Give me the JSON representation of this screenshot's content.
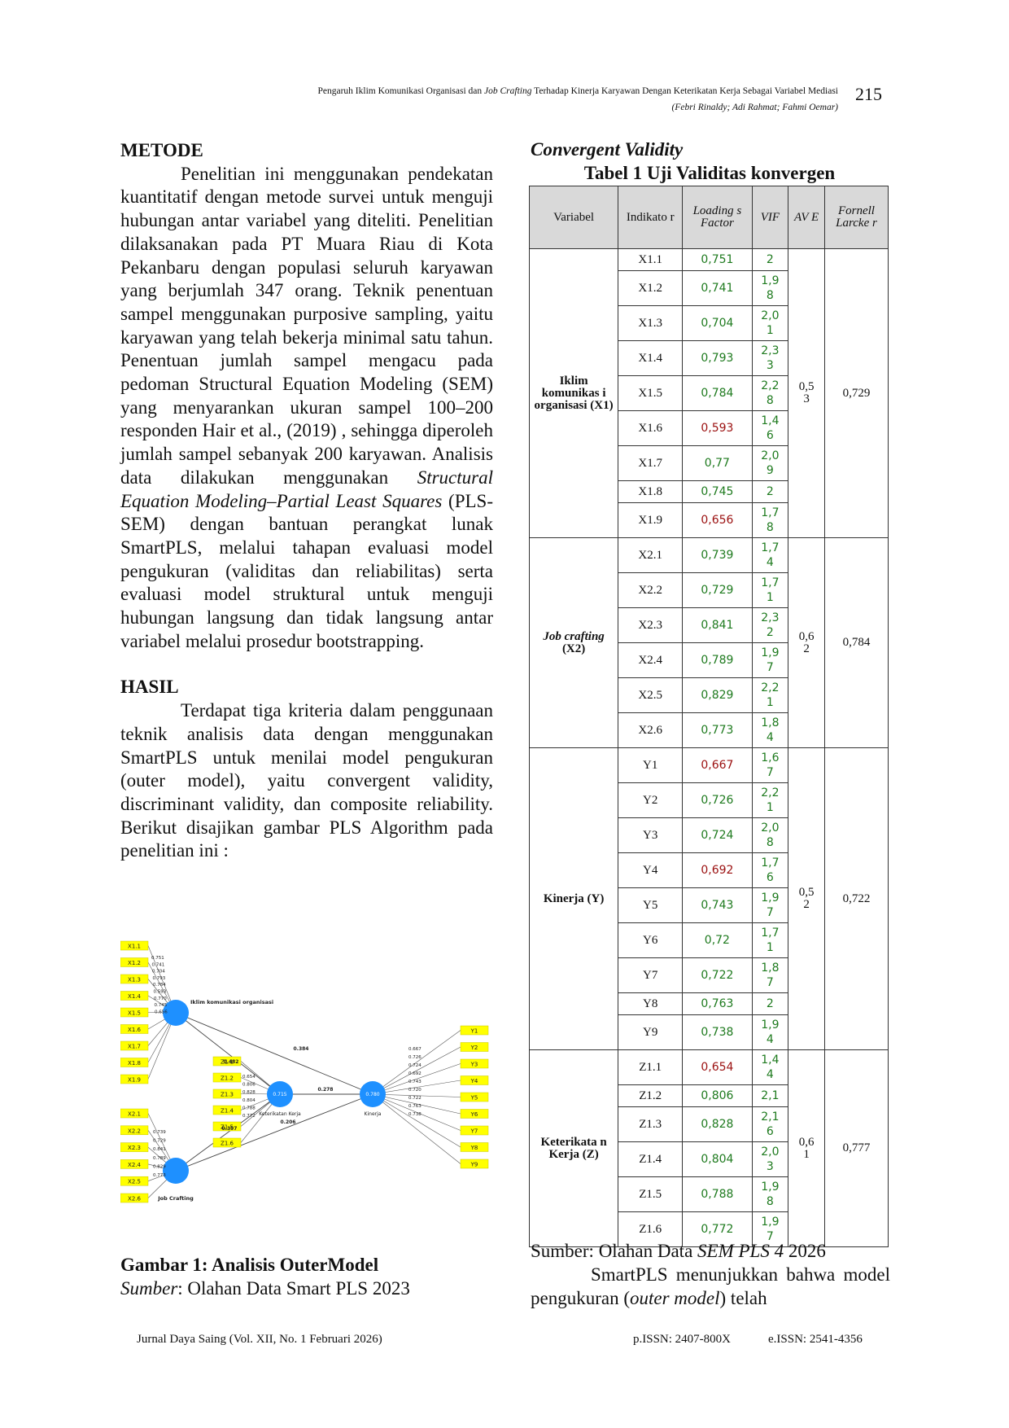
{
  "header": {
    "title_part1": "Pengaruh Iklim Komunikasi Organisasi dan ",
    "title_italic": "Job Crafting",
    "title_part2": " Terhadap Kinerja Karyawan Dengan Keterikatan Kerja Sebagai Variabel Mediasi",
    "authors": "(Febri Rinaldy; Adi Rahmat; Fahmi Oemar)",
    "page_number": "215"
  },
  "metode": {
    "heading": "METODE",
    "paragraph_a": "Penelitian ini menggunakan pendekatan kuantitatif dengan metode survei untuk menguji hubungan antar variabel yang diteliti. Penelitian dilaksanakan pada PT Muara Riau di Kota Pekanbaru dengan populasi seluruh karyawan yang berjumlah 347 orang. Teknik penentuan sampel menggunakan purposive sampling, yaitu karyawan yang telah bekerja minimal satu tahun. Penentuan jumlah sampel mengacu pada pedoman Structural Equation Modeling (SEM) yang menyarankan ukuran sampel 100–200 responden Hair et al., (2019) , sehingga diperoleh jumlah sampel sebanyak 200 karyawan. Analisis data dilakukan menggunakan ",
    "paragraph_italic": "Structural Equation Modeling–Partial Least Squares",
    "paragraph_b": " (PLS-SEM) dengan bantuan perangkat lunak SmartPLS, melalui tahapan evaluasi model pengukuran (validitas dan reliabilitas) serta evaluasi model struktural untuk menguji hubungan langsung dan tidak langsung antar variabel melalui prosedur bootstrapping."
  },
  "hasil": {
    "heading": "HASIL",
    "paragraph": "Terdapat tiga kriteria dalam penggunaan teknik analisis data dengan menggunakan SmartPLS untuk menilai model pengukuran (outer model), yaitu convergent validity, discriminant validity, dan composite reliability. Berikut disajikan gambar PLS Algorithm pada penelitian ini :"
  },
  "figure": {
    "caption": "Gambar 1: Analisis OuterModel",
    "source_italic": "Sumber",
    "source_rest": ": Olahan Data Smart PLS 2023",
    "x1_label": "Iklim komunikasi organisasi",
    "x2_label": "Job Crafting",
    "z_label": "Keterikatan Kerja",
    "y_label": "Kinerja",
    "z_value": "0.715",
    "y_value": "0.780",
    "x1_indicators": [
      "X1.1",
      "X1.2",
      "X1.3",
      "X1.4",
      "X1.5",
      "X1.6",
      "X1.7",
      "X1.8",
      "X1.9"
    ],
    "x1_loadings": [
      "0.751",
      "0.741",
      "0.704",
      "0.793",
      "0.784",
      "0.593",
      "0.770",
      "0.745",
      "0.656"
    ],
    "x2_indicators": [
      "X2.1",
      "X2.2",
      "X2.3",
      "X2.4",
      "X2.5",
      "X2.6"
    ],
    "x2_loadings": [
      "0.739",
      "0.729",
      "0.841",
      "0.789",
      "0.829",
      "0.773"
    ],
    "z_indicators": [
      "Z1.1",
      "Z1.2",
      "Z1.3",
      "Z1.4",
      "Z1.5",
      "Z1.6"
    ],
    "z_loadings": [
      "0.654",
      "0.806",
      "0.828",
      "0.804",
      "0.788",
      "0.772"
    ],
    "y_indicators": [
      "Y1",
      "Y2",
      "Y3",
      "Y4",
      "Y5",
      "Y6",
      "Y7",
      "Y8",
      "Y9"
    ],
    "y_loadings": [
      "0.667",
      "0.726",
      "0.724",
      "0.692",
      "0.743",
      "0.720",
      "0.722",
      "0.763",
      "0.738"
    ],
    "path_x1_z": "0.482",
    "path_x2_z": "0.397",
    "path_x1_y": "0.384",
    "path_z_y": "0.278",
    "path_x2_y": "0.206"
  },
  "right": {
    "cv_heading": "Convergent Validity",
    "table_title": "Tabel 1 Uji Validitas konvergen",
    "table": {
      "headers": [
        "Variabel",
        "Indikato r",
        "Loading s Factor",
        "VIF",
        "AV E",
        "Fornell Larcke r"
      ],
      "groups": [
        {
          "name": "Iklim komunikas i organisasi (X1)",
          "name_italic": "",
          "name_rest": "",
          "ave": "0,5 3",
          "fl": "0,729",
          "rows": [
            {
              "ind": "X1.1",
              "load": "0,751",
              "flag": "ok",
              "vif": "2"
            },
            {
              "ind": "X1.2",
              "load": "0,741",
              "flag": "ok",
              "vif": "1,9 8"
            },
            {
              "ind": "X1.3",
              "load": "0,704",
              "flag": "ok",
              "vif": "2,0 1"
            },
            {
              "ind": "X1.4",
              "load": "0,793",
              "flag": "ok",
              "vif": "2,3 3"
            },
            {
              "ind": "X1.5",
              "load": "0,784",
              "flag": "ok",
              "vif": "2,2 8"
            },
            {
              "ind": "X1.6",
              "load": "0,593",
              "flag": "low",
              "vif": "1,4 6"
            },
            {
              "ind": "X1.7",
              "load": "0,77",
              "flag": "ok",
              "vif": "2,0 9"
            },
            {
              "ind": "X1.8",
              "load": "0,745",
              "flag": "ok",
              "vif": "2"
            },
            {
              "ind": "X1.9",
              "load": "0,656",
              "flag": "low",
              "vif": "1,7 8"
            }
          ]
        },
        {
          "name": "",
          "name_italic": "Job crafting",
          "name_rest": "(X2)",
          "ave": "0,6 2",
          "fl": "0,784",
          "rows": [
            {
              "ind": "X2.1",
              "load": "0,739",
              "flag": "ok",
              "vif": "1,7 4"
            },
            {
              "ind": "X2.2",
              "load": "0,729",
              "flag": "ok",
              "vif": "1,7 1"
            },
            {
              "ind": "X2.3",
              "load": "0,841",
              "flag": "ok",
              "vif": "2,3 2"
            },
            {
              "ind": "X2.4",
              "load": "0,789",
              "flag": "ok",
              "vif": "1,9 7"
            },
            {
              "ind": "X2.5",
              "load": "0,829",
              "flag": "ok",
              "vif": "2,2 1"
            },
            {
              "ind": "X2.6",
              "load": "0,773",
              "flag": "ok",
              "vif": "1,8 4"
            }
          ]
        },
        {
          "name": "Kinerja (Y)",
          "name_italic": "",
          "name_rest": "",
          "ave": "0,5 2",
          "fl": "0,722",
          "rows": [
            {
              "ind": "Y1",
              "load": "0,667",
              "flag": "low",
              "vif": "1,6 7"
            },
            {
              "ind": "Y2",
              "load": "0,726",
              "flag": "ok",
              "vif": "2,2 1"
            },
            {
              "ind": "Y3",
              "load": "0,724",
              "flag": "ok",
              "vif": "2,0 8"
            },
            {
              "ind": "Y4",
              "load": "0,692",
              "flag": "low",
              "vif": "1,7 6"
            },
            {
              "ind": "Y5",
              "load": "0,743",
              "flag": "ok",
              "vif": "1,9 7"
            },
            {
              "ind": "Y6",
              "load": "0,72",
              "flag": "ok",
              "vif": "1,7 1"
            },
            {
              "ind": "Y7",
              "load": "0,722",
              "flag": "ok",
              "vif": "1,8 7"
            },
            {
              "ind": "Y8",
              "load": "0,763",
              "flag": "ok",
              "vif": "2"
            },
            {
              "ind": "Y9",
              "load": "0,738",
              "flag": "ok",
              "vif": "1,9 4"
            }
          ]
        },
        {
          "name": "Keterikata n Kerja (Z)",
          "name_italic": "",
          "name_rest": "",
          "ave": "0,6 1",
          "fl": "0,777",
          "rows": [
            {
              "ind": "Z1.1",
              "load": "0,654",
              "flag": "low",
              "vif": "1,4 4"
            },
            {
              "ind": "Z1.2",
              "load": "0,806",
              "flag": "ok",
              "vif": "2,1"
            },
            {
              "ind": "Z1.3",
              "load": "0,828",
              "flag": "ok",
              "vif": "2,1 6"
            },
            {
              "ind": "Z1.4",
              "load": "0,804",
              "flag": "ok",
              "vif": "2,0 3"
            },
            {
              "ind": "Z1.5",
              "load": "0,788",
              "flag": "ok",
              "vif": "1,9 8"
            },
            {
              "ind": "Z1.6",
              "load": "0,772",
              "flag": "ok",
              "vif": "1,9 7"
            }
          ]
        }
      ]
    },
    "source_a": "Sumber: Olahan Data ",
    "source_italic": "SEM PLS 4",
    "source_b": " 2026",
    "para_a": "SmartPLS menunjukkan bahwa model pengukuran (",
    "para_italic": "outer model",
    "para_b": ") telah"
  },
  "footer": {
    "journal": "Jurnal Daya Saing (Vol. XII, No. 1 Februari 2026)",
    "pissn": "p.ISSN: 2407-800X",
    "eissn": "e.ISSN: 2541-4356"
  },
  "colors": {
    "green": "#1e7a1e",
    "red": "#9b1010",
    "indicator_yellow": "#ffff00",
    "latent_blue": "#1e90ff"
  }
}
